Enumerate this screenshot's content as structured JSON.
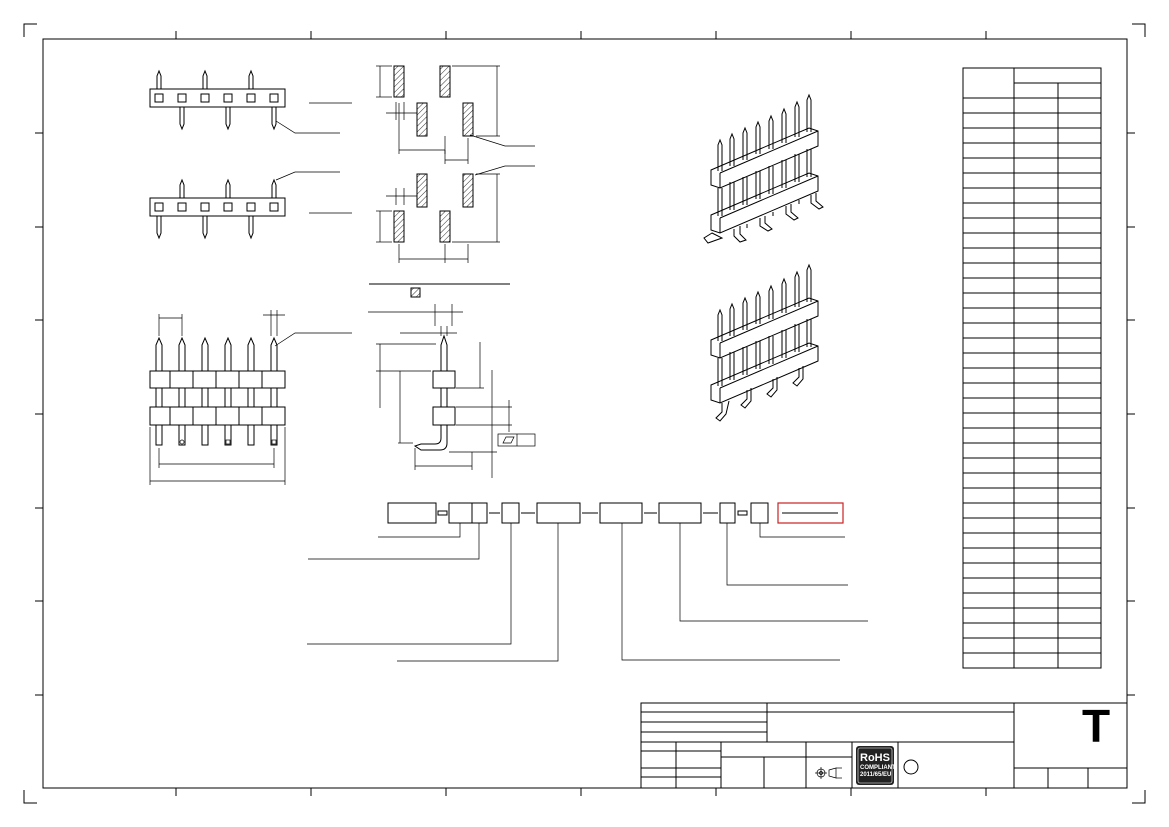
{
  "title_block": {
    "logo_letter": "T",
    "rohs": {
      "title": "RoHS",
      "line1": "COMPLIANT",
      "line2": "2011/65/EU"
    }
  },
  "colors": {
    "ink": "#000000",
    "highlight_box": "#cc2222",
    "rohs_badge": "#222222"
  }
}
